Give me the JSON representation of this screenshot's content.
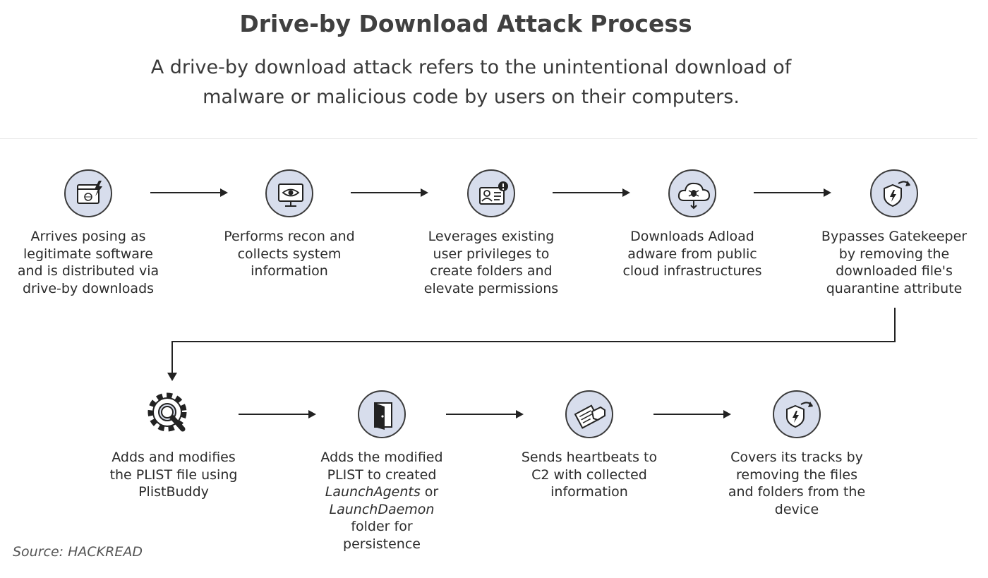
{
  "title": "Drive-by Download Attack Process",
  "subtitle": "A drive-by download attack refers to the unintentional download of malware or malicious code by users on their computers.",
  "steps": [
    {
      "icon": "browser-window-lightning-icon",
      "lines": [
        "Arrives posing as",
        "legitimate software",
        "and is distributed via",
        "drive-by downloads"
      ]
    },
    {
      "icon": "monitor-eye-icon",
      "lines": [
        "Performs recon and",
        "collects system",
        "information"
      ]
    },
    {
      "icon": "user-card-alert-icon",
      "lines": [
        "Leverages existing",
        "user privileges to",
        "create folders and",
        "elevate permissions"
      ]
    },
    {
      "icon": "cloud-bug-download-icon",
      "lines": [
        "Downloads Adload",
        "adware from public",
        "cloud infrastructures"
      ]
    },
    {
      "icon": "shield-bypass-icon",
      "lines": [
        "Bypasses Gatekeeper",
        "by removing the",
        "downloaded file's",
        "quarantine attribute"
      ]
    },
    {
      "icon": "gear-wrench-icon",
      "lines": [
        "Adds and modifies",
        "the PLIST file using",
        "PlistBuddy"
      ]
    },
    {
      "icon": "door-folder-icon",
      "lines": [
        "Adds the modified",
        "PLIST to created",
        "LaunchAgents or",
        "LaunchDaemon",
        "folder for",
        "persistence"
      ]
    },
    {
      "icon": "hand-document-icon",
      "lines": [
        "Sends heartbeats to",
        "C2 with collected",
        "information"
      ]
    },
    {
      "icon": "shield-cover-tracks-icon",
      "lines": [
        "Covers its tracks by",
        "removing the files",
        "and folders from the",
        "device"
      ]
    }
  ],
  "step7_suffix": " or",
  "source": "Source: HACKREAD"
}
